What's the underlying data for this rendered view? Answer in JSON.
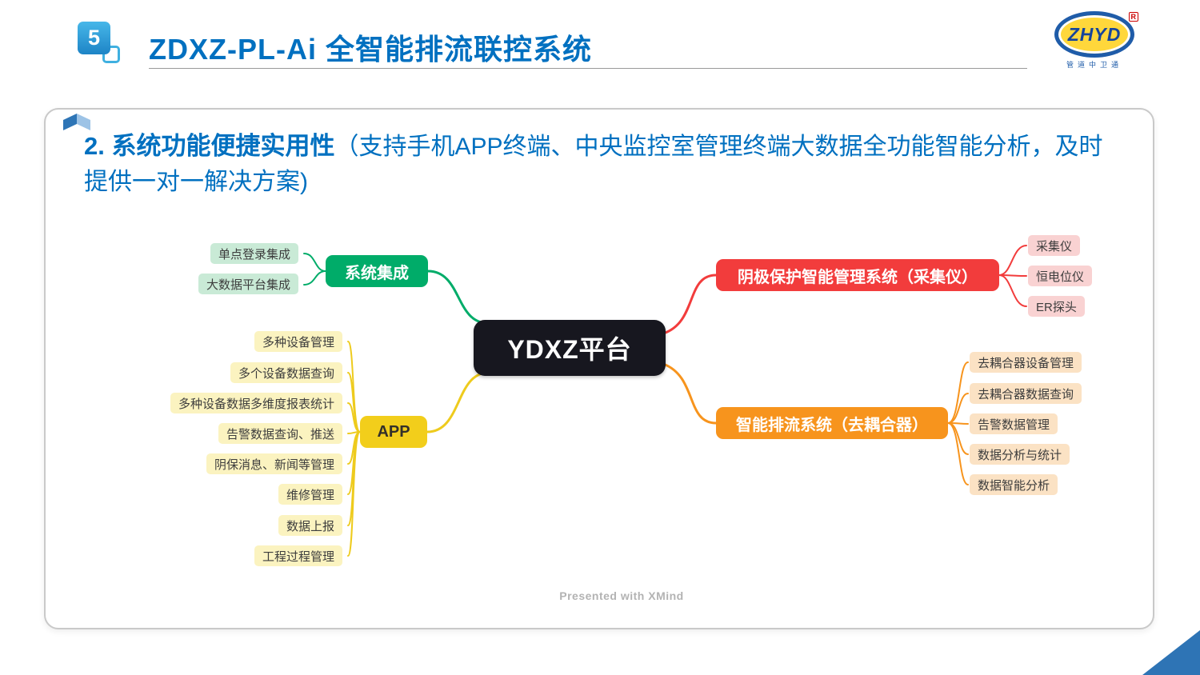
{
  "header": {
    "slide_number": "5",
    "title": "ZDXZ-PL-Ai 全智能排流联控系统",
    "accent_color": "#0070C0",
    "logo": {
      "text": "ZHYD",
      "registered_mark": "R",
      "caption": "管道中卫通"
    }
  },
  "panel": {
    "heading_bold": "2. 系统功能便捷实用性",
    "heading_rest": "（支持手机APP终端、中央监控室管理终端大数据全功能智能分析，及时提供一对一解决方案)"
  },
  "mindmap": {
    "center_label": "YDXZ平台",
    "colors": {
      "center_bg": "#17171F",
      "system_integration": "#00AC69",
      "app": "#F2CE1B",
      "cathodic": "#F23C3C",
      "drainage": "#F7941D"
    },
    "branches": [
      {
        "id": "system-integration",
        "label": "系统集成",
        "children": [
          "单点登录集成",
          "大数据平台集成"
        ]
      },
      {
        "id": "app",
        "label": "APP",
        "children": [
          "多种设备管理",
          "多个设备数据查询",
          "多种设备数据多维度报表统计",
          "告警数据查询、推送",
          "阴保消息、新闻等管理",
          "维修管理",
          "数据上报",
          "工程过程管理"
        ]
      },
      {
        "id": "cathodic-protection",
        "label": "阴极保护智能管理系统（采集仪）",
        "children": [
          "采集仪",
          "恒电位仪",
          "ER探头"
        ]
      },
      {
        "id": "smart-drainage",
        "label": "智能排流系统（去耦合器）",
        "children": [
          "去耦合器设备管理",
          "去耦合器数据查询",
          "告警数据管理",
          "数据分析与统计",
          "数据智能分析"
        ]
      }
    ]
  },
  "watermark": "Presented with XMind"
}
